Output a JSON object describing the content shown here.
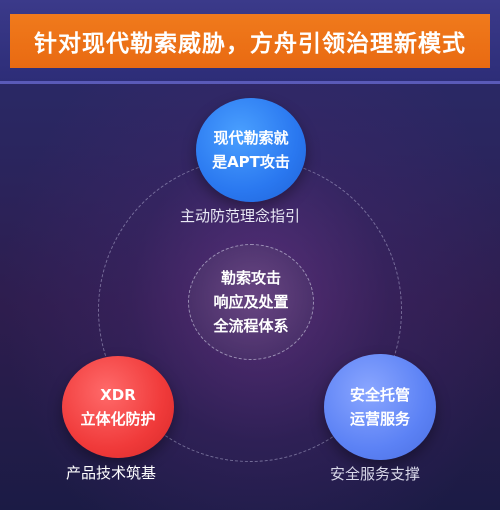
{
  "banner": {
    "title": "针对现代勒索威胁，方舟引领治理新模式"
  },
  "center": {
    "line1": "勒索攻击",
    "line2": "响应及处置",
    "line3": "全流程体系"
  },
  "nodes": {
    "top": {
      "line1": "现代勒索就",
      "line2": "是APT攻击",
      "caption": "主动防范理念指引"
    },
    "left": {
      "line1": "XDR",
      "line2": "立体化防护",
      "caption": "产品技术筑基"
    },
    "right": {
      "line1": "安全托管",
      "line2": "运营服务",
      "caption": "安全服务支撑"
    }
  },
  "colors": {
    "banner_orange": "#ee7419",
    "node_top_blue": "#2a78f0",
    "node_left_red": "#f03a3a",
    "node_right_periwinkle": "#5c82f5"
  }
}
